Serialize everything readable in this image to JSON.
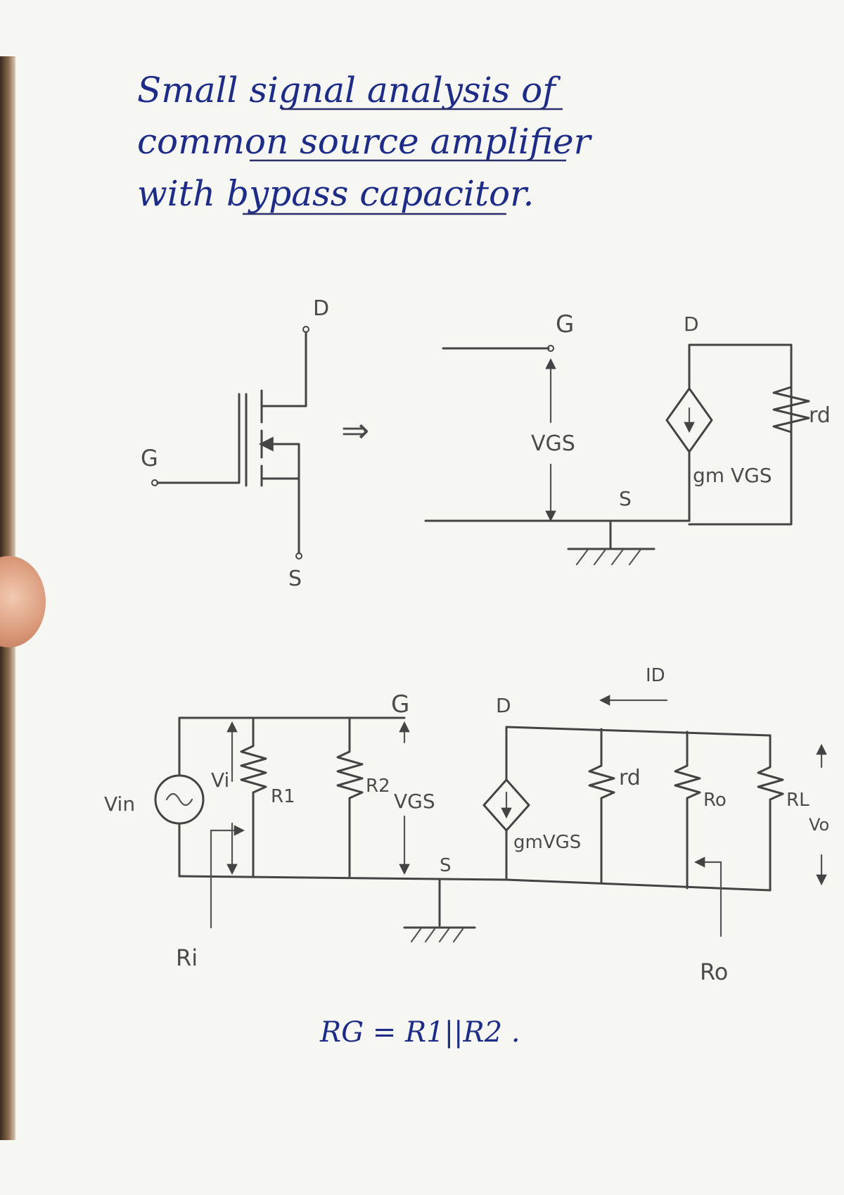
{
  "title": {
    "line1": "Small signal analysis of",
    "line2": "common source amplifier",
    "line3": "with bypass capacitor."
  },
  "mosfet": {
    "gate": "G",
    "drain": "D",
    "source": "S",
    "arrow": "⇒"
  },
  "model1": {
    "gate": "G",
    "drain": "D",
    "source": "S",
    "vgs": "VGS",
    "gm": "gm VGS",
    "rd": "rd"
  },
  "circuit2": {
    "vin": "Vin",
    "vi": "Vi",
    "r1": "R1",
    "r2": "R2",
    "vgs": "VGS",
    "gate": "G",
    "drain": "D",
    "source": "S",
    "id": "ID",
    "gm": "gmVGS",
    "rd": "rd",
    "ro_res": "Ro",
    "rl": "RL",
    "vo": "Vo",
    "ri": "Ri",
    "ro": "Ro"
  },
  "formula": "RG = R1||R2 .",
  "colors": {
    "ink": "#1d2c86",
    "pencil": "#444444"
  }
}
